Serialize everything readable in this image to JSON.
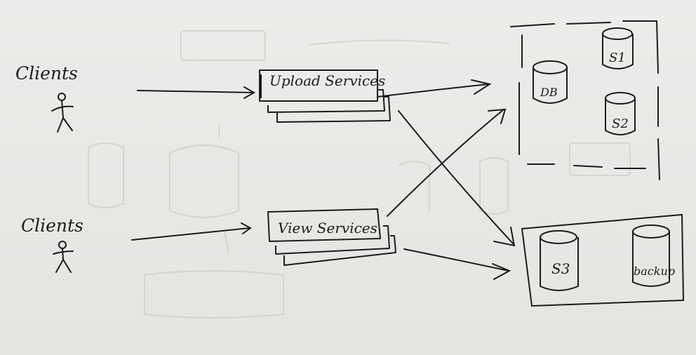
{
  "diagram": {
    "clients_top": "Clients",
    "clients_bottom": "Clients",
    "upload_service": "Upload Services",
    "view_service": "View Services",
    "db": "DB",
    "s1": "S1",
    "s2": "S2",
    "s3": "S3",
    "backup": "backup"
  },
  "colors": {
    "ink": "#1c1c1c",
    "paper": "#e9e9e7",
    "ghost": "#cfcfcc"
  }
}
